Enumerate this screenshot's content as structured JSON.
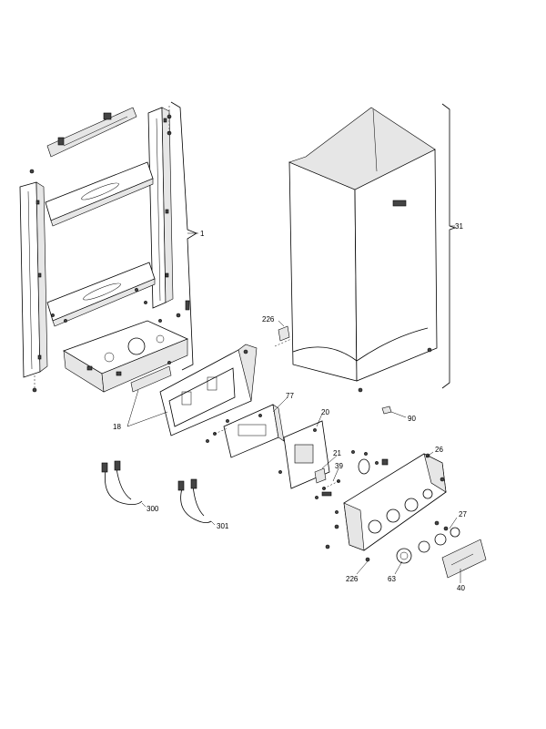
{
  "diagram": {
    "callouts": [
      "1",
      "31",
      "226",
      "90",
      "77",
      "20",
      "18",
      "21",
      "39",
      "26",
      "300",
      "301",
      "27",
      "226",
      "63",
      "40"
    ]
  }
}
